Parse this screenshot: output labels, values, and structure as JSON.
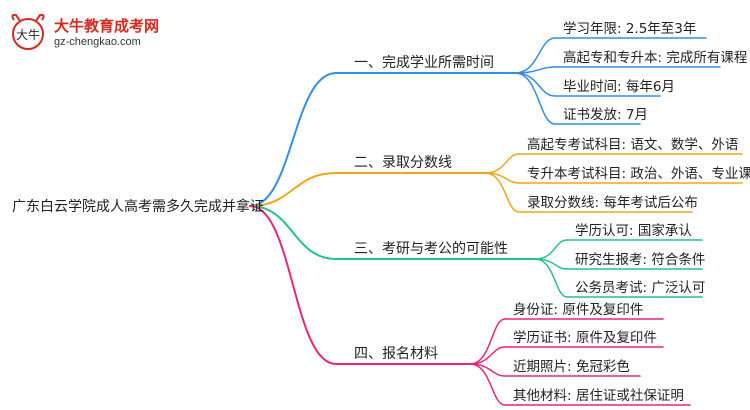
{
  "logo": {
    "title": "大牛教育成考网",
    "url": "gz-chengkao.com",
    "mark_text": "大牛"
  },
  "root": "广东白云学院成人高考需多久完成并拿证",
  "branches": [
    {
      "label": "一、完成学业所需时间",
      "color": "#2f8fe8",
      "leaves": [
        "学习年限: 2.5年至3年",
        "高起专和专升本: 完成所有课程",
        "毕业时间: 每年6月",
        "证书发放: 7月"
      ]
    },
    {
      "label": "二、录取分数线",
      "color": "#f2a516",
      "leaves": [
        "高起专考试科目: 语文、数学、外语",
        "专升本考试科目: 政治、外语、专业课",
        "录取分数线: 每年考试后公布"
      ]
    },
    {
      "label": "三、考研与考公的可能性",
      "color": "#22c287",
      "leaves": [
        "学历认可: 国家承认",
        "研究生报考: 符合条件",
        "公务员考试: 广泛认可"
      ]
    },
    {
      "label": "四、报名材料",
      "color": "#e8247e",
      "leaves": [
        "身份证: 原件及复印件",
        "学历证书: 原件及复印件",
        "近期照片: 免冠彩色",
        "其他材料: 居住证或社保证明"
      ]
    }
  ]
}
